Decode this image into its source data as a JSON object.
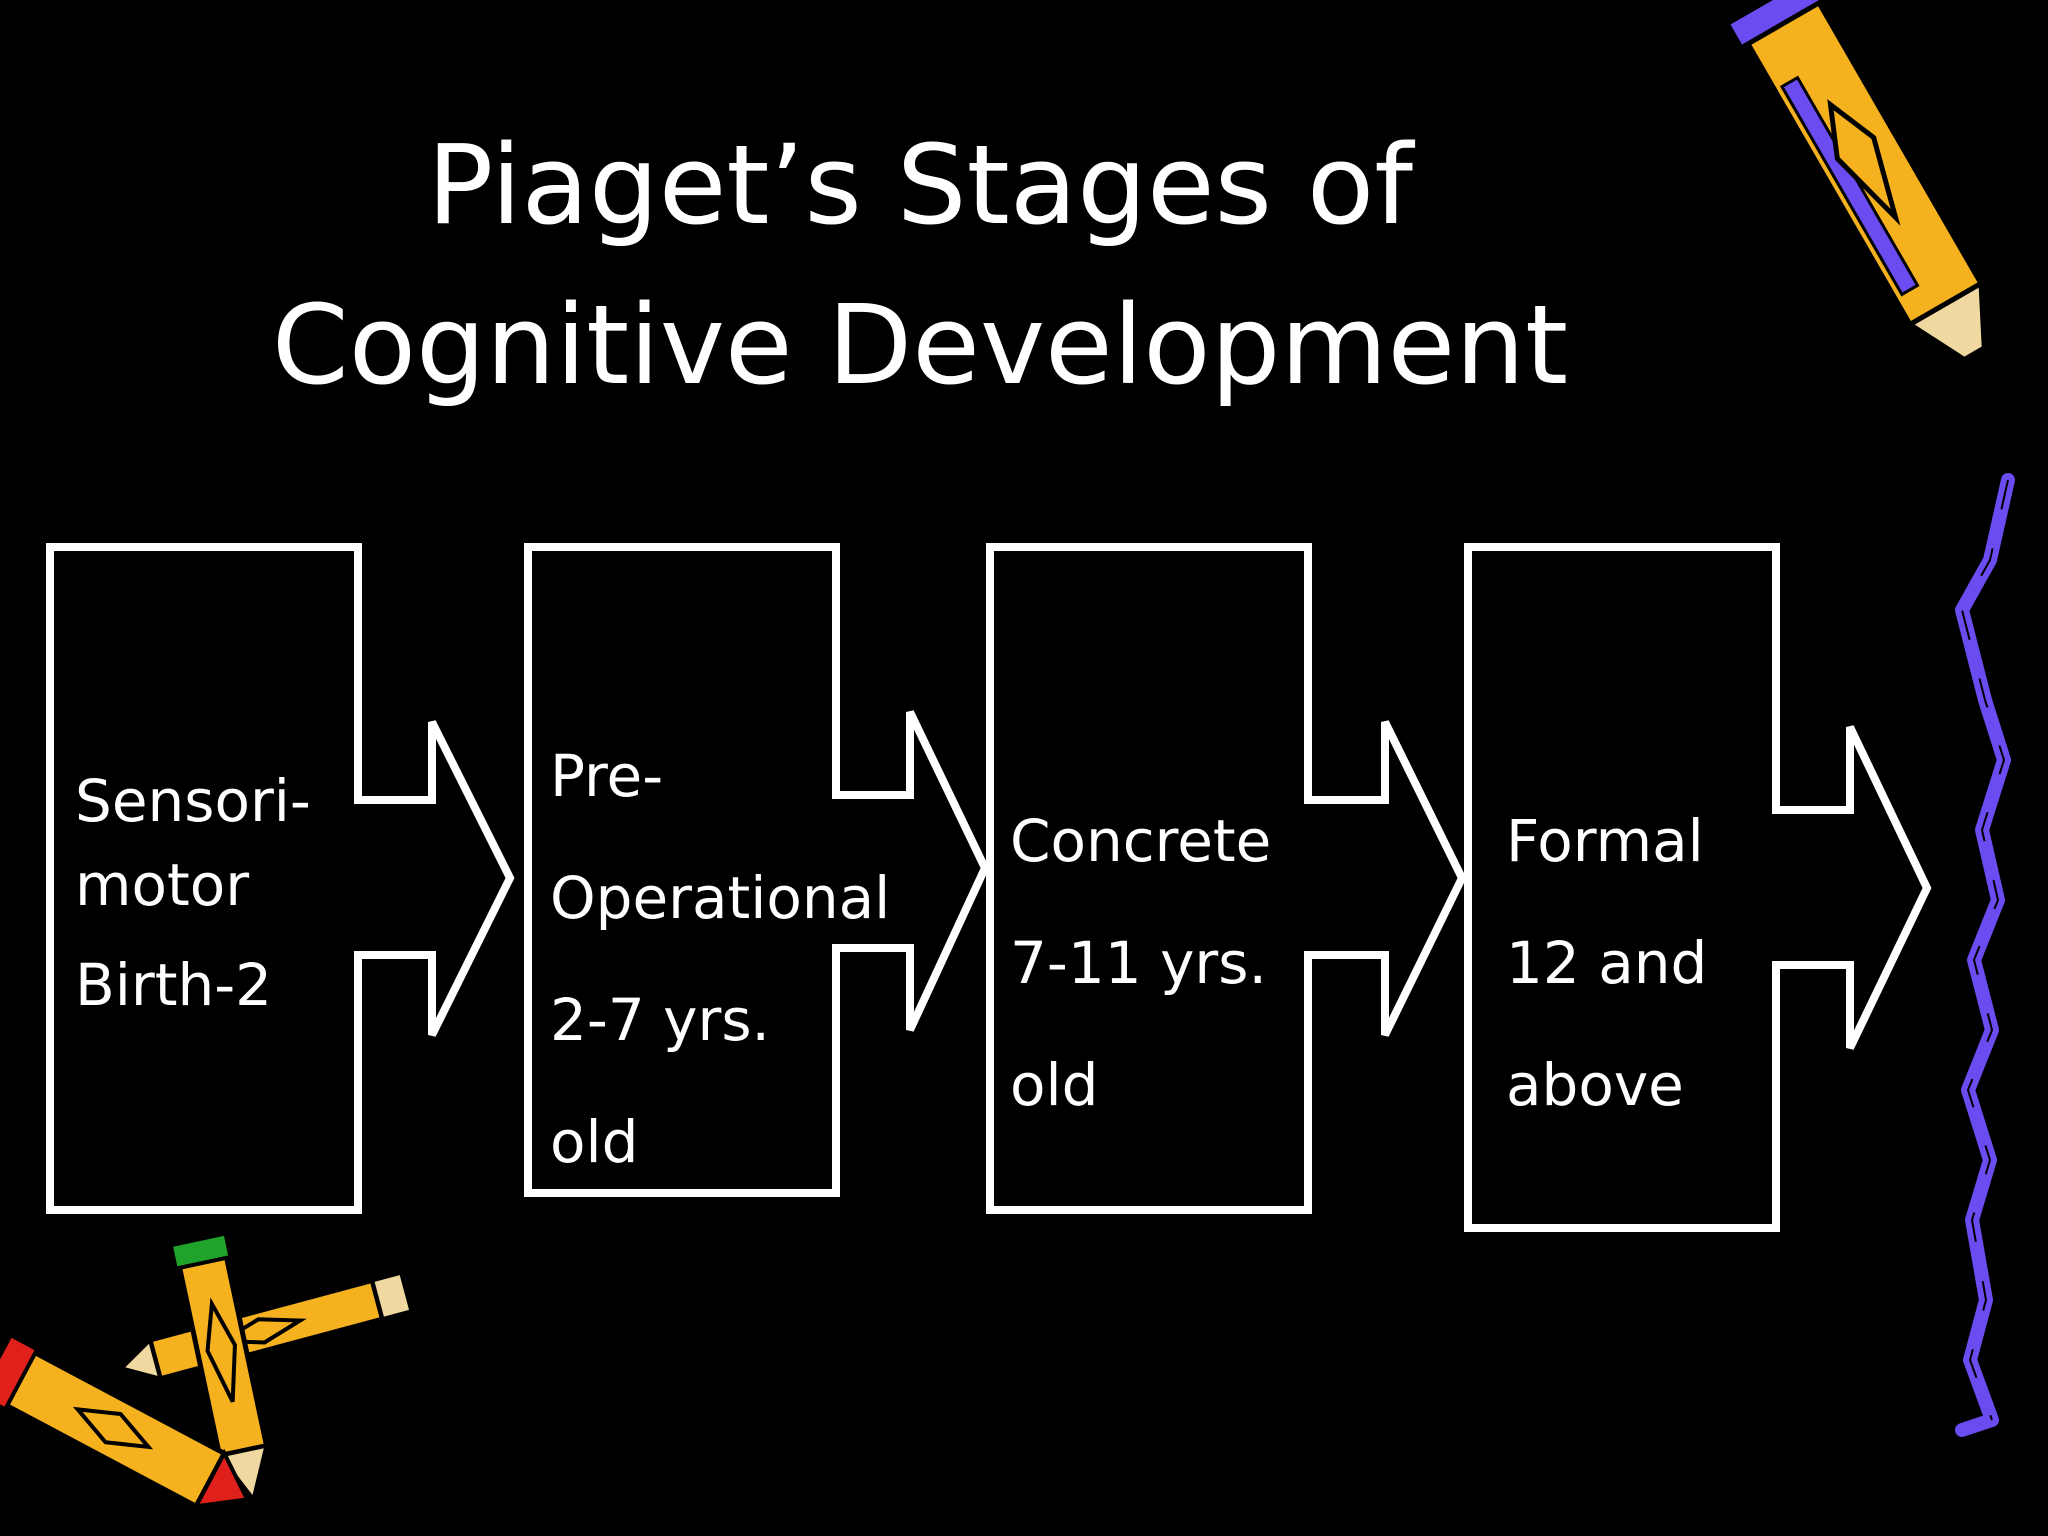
{
  "title": {
    "line1": "Piaget’s Stages of",
    "line2": "Cognitive Development"
  },
  "stages": [
    {
      "name_lines": [
        "Sensori-",
        "motor"
      ],
      "age_lines": [
        "Birth-2"
      ]
    },
    {
      "name_lines": [
        "Pre-",
        "Operational"
      ],
      "age_lines": [
        "2-7 yrs.",
        "old"
      ]
    },
    {
      "name_lines": [
        "Concrete"
      ],
      "age_lines": [
        "7-11 yrs.",
        "old"
      ]
    },
    {
      "name_lines": [
        "Formal"
      ],
      "age_lines": [
        "12 and",
        "above"
      ]
    }
  ],
  "colors": {
    "background": "#000000",
    "foreground": "#ffffff",
    "pencil_body": "#f5b21e",
    "pencil_stripe": "#6a4cf0",
    "scribble": "#6a4cf0",
    "pencil_eraser_red": "#e0201b",
    "pencil_eraser_green": "#1fa32a"
  },
  "icons": [
    "pencil-icon",
    "crossed-pencils-icon",
    "scribble-line"
  ]
}
